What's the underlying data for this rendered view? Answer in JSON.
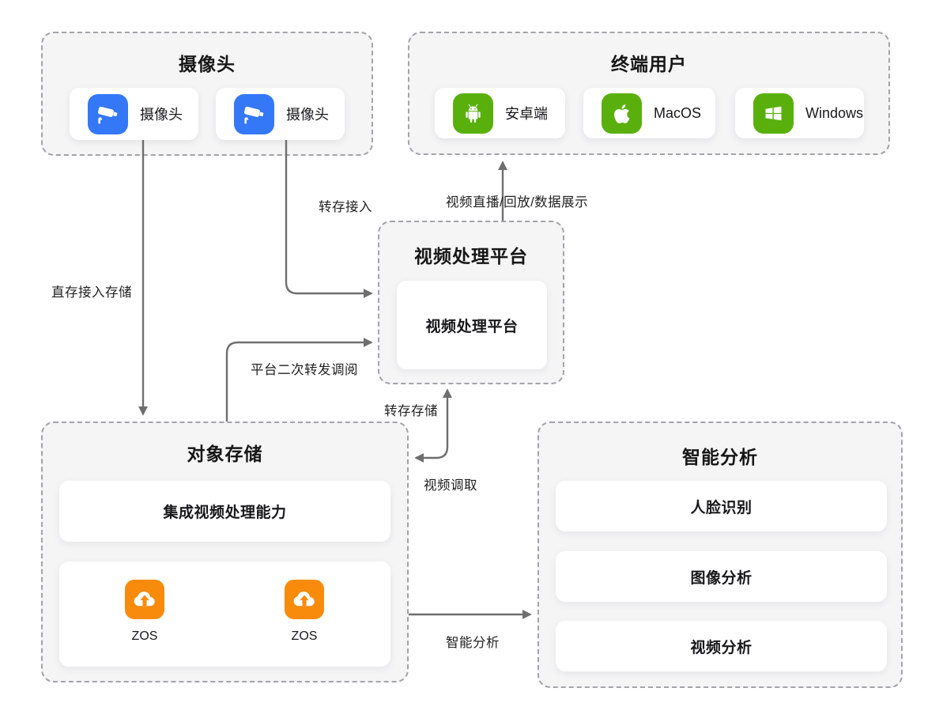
{
  "diagram": {
    "type": "architecture-flow",
    "groups": {
      "cameras": {
        "title": "摄像头",
        "items": [
          {
            "icon": "camera-icon",
            "label": "摄像头"
          },
          {
            "icon": "camera-icon",
            "label": "摄像头"
          }
        ]
      },
      "users": {
        "title": "终端用户",
        "items": [
          {
            "icon": "android-icon",
            "label": "安卓端"
          },
          {
            "icon": "apple-icon",
            "label": "MacOS"
          },
          {
            "icon": "windows-icon",
            "label": "Windows"
          }
        ]
      },
      "platform": {
        "title": "视频处理平台",
        "card": "视频处理平台"
      },
      "storage": {
        "title": "对象存储",
        "capability_card": "集成视频处理能力",
        "zos_items": [
          {
            "icon": "zos-cloud-upload-icon",
            "label": "ZOS"
          },
          {
            "icon": "zos-cloud-upload-icon",
            "label": "ZOS"
          }
        ]
      },
      "analysis": {
        "title": "智能分析",
        "cards": [
          "人脸识别",
          "图像分析",
          "视频分析"
        ]
      }
    },
    "edges": {
      "direct_store": "直存接入存储",
      "transfer_access": "转存接入",
      "live_playback": "视频直播/回放/数据展示",
      "secondary_forward": "平台二次转发调阅",
      "transfer_store": "转存存储",
      "video_fetch": "视频调取",
      "intelligent_analysis": "智能分析"
    },
    "colors": {
      "camera_blue": "#3478f7",
      "client_green": "#59b00c",
      "zos_orange": "#f98b0c",
      "group_bg": "#f5f5f6",
      "group_border": "#a3a3a8",
      "arrow": "#6e6e6e"
    }
  }
}
